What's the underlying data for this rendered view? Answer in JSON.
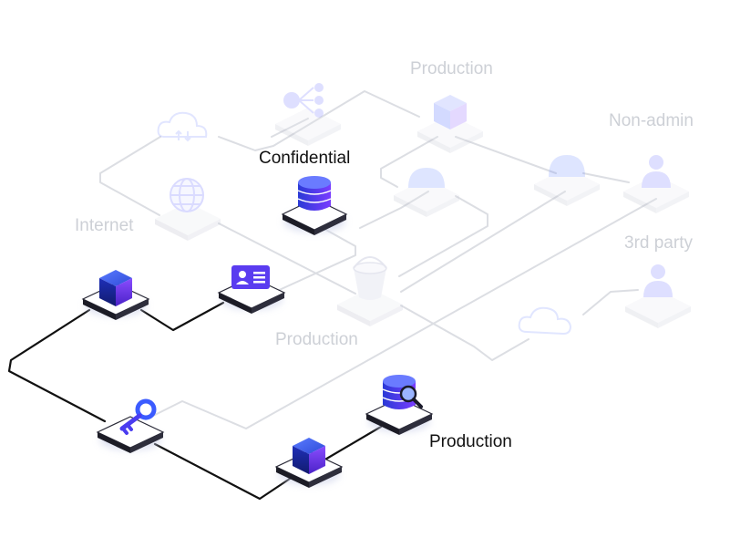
{
  "labels": {
    "production_top": "Production",
    "non_admin": "Non-admin",
    "confidential": "Confidential",
    "internet": "Internet",
    "third_party": "3rd party",
    "production_mid": "Production",
    "production_bottom": "Production"
  },
  "colors": {
    "faded_line": "#dcdee3",
    "active_line": "#111111",
    "faded_text": "#cdd0d6",
    "active_text": "#111111",
    "accent_blue": "#3b5bff",
    "accent_purple": "#7a3cff"
  },
  "icons": {
    "faded": [
      "share-nodes-icon",
      "cloud-sync-icon",
      "globe-icon",
      "cube-icon",
      "cloud-icon",
      "bucket-icon",
      "user-icon",
      "cloud-icon",
      "user-icon"
    ],
    "active": [
      "database-icon",
      "id-card-icon",
      "cube-icon",
      "key-icon",
      "database-search-icon",
      "cube-icon"
    ]
  }
}
